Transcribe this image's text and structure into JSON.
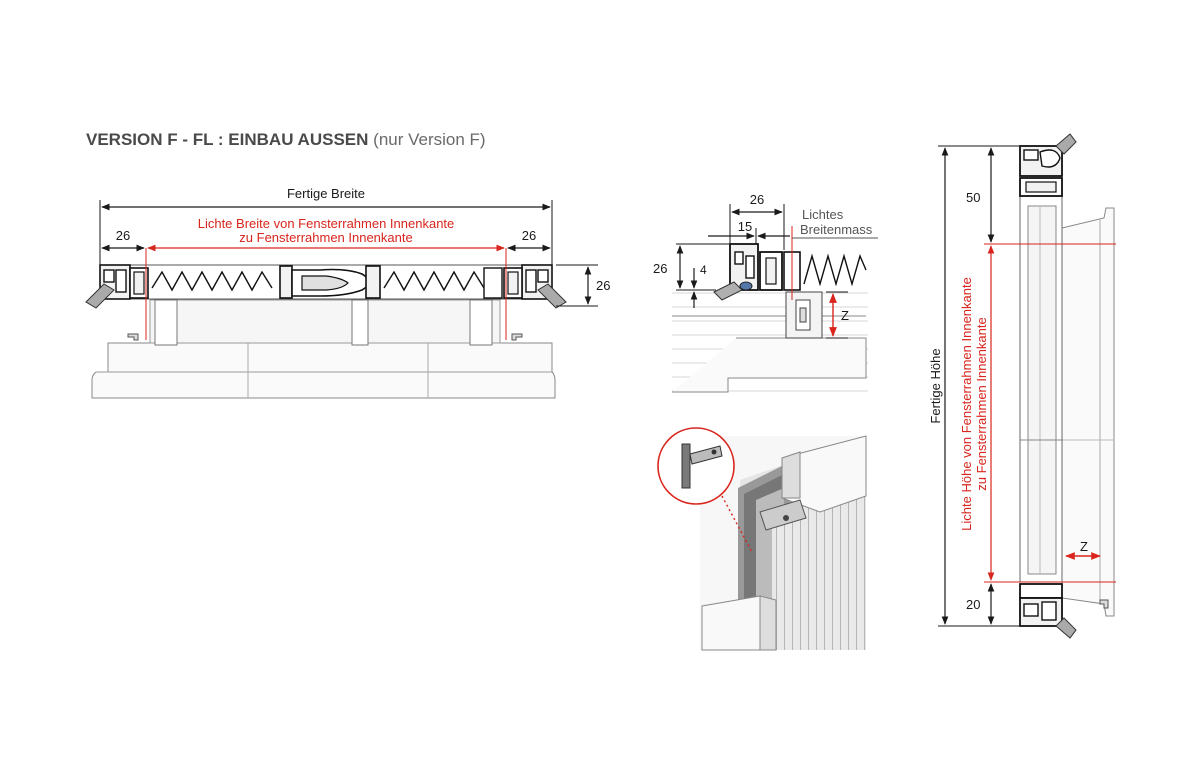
{
  "heading": {
    "main": "VERSION F - FL : EINBAU AUSSEN",
    "note": "(nur Version F)"
  },
  "colors": {
    "dimension_black": "#1a1a1a",
    "dimension_red": "#d9251d",
    "outline_gray": "#666666",
    "fill_light": "#f2f2f2"
  },
  "width_section": {
    "overall_label": "Fertige Breite",
    "clear_label_line1": "Lichte Breite von Fensterrahmen Innenkante",
    "clear_label_line2": "zu Fensterrahmen Innenkante",
    "left_offset": "26",
    "right_offset": "26",
    "depth": "26"
  },
  "detail_section": {
    "top_width": "26",
    "inner_width": "15",
    "height": "26",
    "small_height": "4",
    "lichtes_line1": "Lichtes",
    "lichtes_line2": "Breitenmass",
    "z_label": "Z"
  },
  "height_section": {
    "overall_label": "Fertige Höhe",
    "clear_label_line1": "Lichte Höhe von Fensterrahmen Innenkante",
    "clear_label_line2": "zu Fensterrahmen Innenkante",
    "top_dim": "50",
    "bottom_dim": "20",
    "z_label": "Z"
  }
}
